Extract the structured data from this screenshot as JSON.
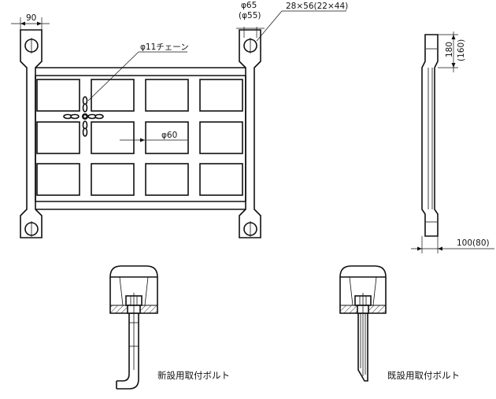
{
  "front_view": {
    "dim_width_label": "90",
    "dim_hole_label": "φ65",
    "dim_hole_alt_label": "(φ55)",
    "dim_slot_label": "28×56(22×44)",
    "chain_label": "φ11チェーン",
    "cell_label": "φ60"
  },
  "side_view": {
    "dim_top_label": "180",
    "dim_top_alt_label": "(160)",
    "dim_depth_label": "100(80)"
  },
  "detail_new": {
    "caption": "新設用取付ボルト"
  },
  "detail_existing": {
    "caption": "既設用取付ボルト"
  }
}
